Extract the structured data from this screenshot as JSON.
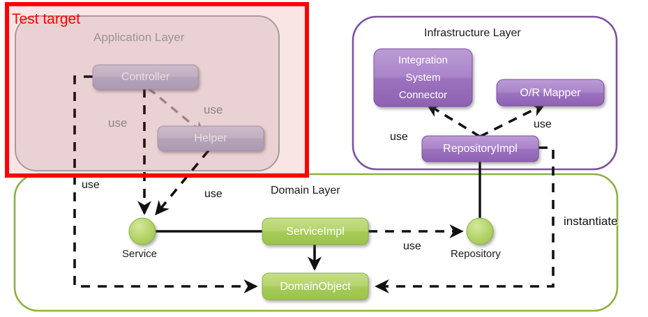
{
  "diagram": {
    "title_annotation": "Test target",
    "layers": [
      {
        "id": "application",
        "name": "Application Layer",
        "border_color": "#a7a9b5",
        "fill_color": "#e7dadb"
      },
      {
        "id": "infrastructure",
        "name": "Infrastructure  Layer",
        "border_color": "#7d519e",
        "fill_color": "#ffffff"
      },
      {
        "id": "domain",
        "name": "Domain Layer",
        "border_color": "#8cb13f",
        "fill_color": "#ffffff"
      }
    ],
    "nodes": [
      {
        "id": "controller",
        "label": "Controller",
        "layer": "application",
        "shape": "rounded-box"
      },
      {
        "id": "helper",
        "label": "Helper",
        "layer": "application",
        "shape": "rounded-box"
      },
      {
        "id": "integration-system-connector",
        "label": "Integration\nSystem\nConnector",
        "line1": "Integration",
        "line2": "System",
        "line3": "Connector",
        "layer": "infrastructure",
        "shape": "rounded-box"
      },
      {
        "id": "or-mapper",
        "label": "O/R Mapper",
        "layer": "infrastructure",
        "shape": "rounded-box"
      },
      {
        "id": "repository-impl",
        "label": "RepositoryImpl",
        "layer": "infrastructure",
        "shape": "rounded-box"
      },
      {
        "id": "service",
        "label": "Service",
        "layer": "domain",
        "shape": "circle-interface"
      },
      {
        "id": "service-impl",
        "label": "ServiceImpl",
        "layer": "domain",
        "shape": "rounded-box"
      },
      {
        "id": "domain-object",
        "label": "DomainObject",
        "layer": "domain",
        "shape": "rounded-box"
      },
      {
        "id": "repository",
        "label": "Repository",
        "layer": "domain",
        "shape": "circle-interface"
      }
    ],
    "edge_labels": [
      {
        "id": "use-controller-service",
        "text": "use"
      },
      {
        "id": "use-controller-helper",
        "text": "use"
      },
      {
        "id": "use-controller-domainobject",
        "text": "use"
      },
      {
        "id": "use-helper-service",
        "text": "use"
      },
      {
        "id": "use-repositoryimpl-connector",
        "text": "use"
      },
      {
        "id": "use-repositoryimpl-ormapper",
        "text": "use"
      },
      {
        "id": "use-serviceimpl-repository",
        "text": "use"
      },
      {
        "id": "instantiate-repositoryimpl-domainobject",
        "text": "instantiate"
      }
    ],
    "colors": {
      "test_target_border": "#ff0000",
      "application_box_fill": "#e7dadb",
      "application_node_fill_top": "#c7c9dc",
      "application_node_fill_bottom": "#acafc8",
      "purple_node_fill_top": "#b490cf",
      "purple_node_fill_bottom": "#8f63b3",
      "green_node_fill_top": "#bcd97a",
      "green_node_fill_bottom": "#9dc650",
      "green_layer_border": "#8cb13f",
      "purple_layer_border": "#7d519e",
      "edge_black": "#000000",
      "edge_muted": "#9b8f90"
    }
  }
}
